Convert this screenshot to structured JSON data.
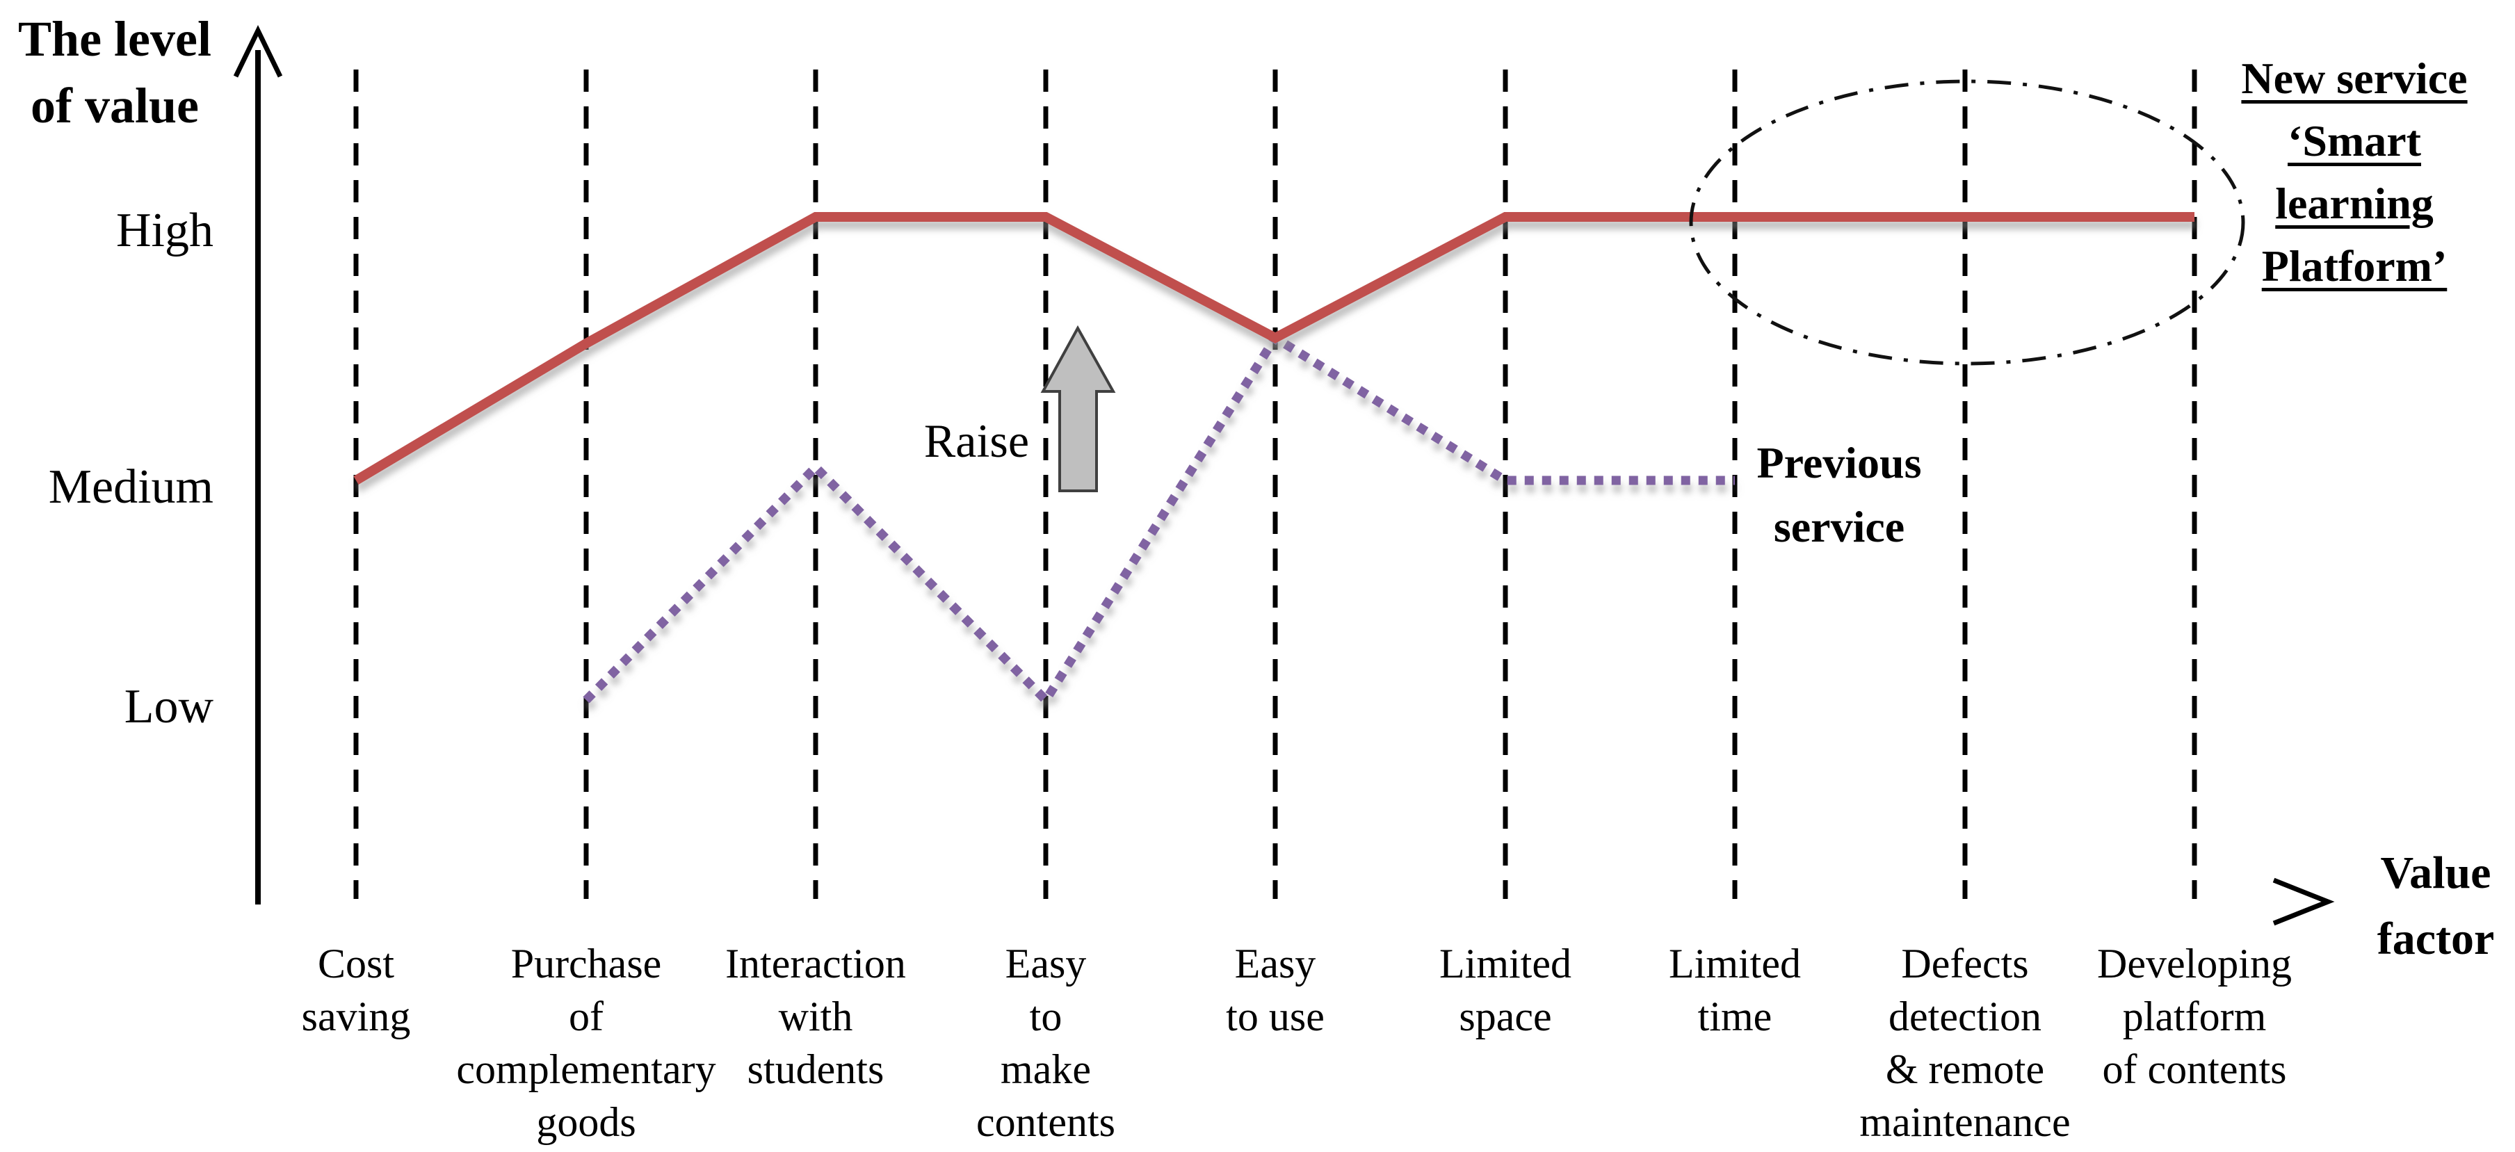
{
  "axis_titles": {
    "y": "The level\nof value",
    "x": "Value\nfactor"
  },
  "annotations": {
    "raise": "Raise",
    "previous_service": "Previous\nservice",
    "new_service": "New service\n‘Smart\nlearning\nPlatform’"
  },
  "colors": {
    "new_service_line": "#C0504D",
    "previous_service_line": "#8064A2",
    "raise_arrow_fill": "#BFBFBF",
    "raise_arrow_stroke": "#404040",
    "ink": "#000000"
  },
  "chart_data": {
    "type": "line",
    "title": "",
    "xlabel": "Value factor",
    "ylabel": "The level of value",
    "y_tick_labels": [
      "High",
      "Medium",
      "Low"
    ],
    "value_scale": {
      "Low": 1,
      "Medium": 2,
      "High": 3
    },
    "ylim": [
      0.5,
      3.5
    ],
    "grid": "dashed-vertical-guides-per-category",
    "legend_position": "annotations-on-chart",
    "categories": [
      "Cost saving",
      "Purchase of complementary goods",
      "Interaction with students",
      "Easy to make contents",
      "Easy to use",
      "Limited space",
      "Limited time",
      "Defects detection & remote maintenance",
      "Developing platform of contents"
    ],
    "categories_display": [
      "Cost\nsaving",
      "Purchase\nof\ncomplementary\ngoods",
      "Interaction\nwith\nstudents",
      "Easy\nto\nmake\ncontents",
      "Easy\nto use",
      "Limited\nspace",
      "Limited\ntime",
      "Defects\ndetection\n& remote\nmaintenance",
      "Developing\nplatform\nof contents"
    ],
    "series": [
      {
        "name": "New service ‘Smart learning Platform’",
        "style": "solid",
        "color": "#C0504D",
        "values": [
          2,
          2.52,
          3,
          3,
          2.54,
          3,
          3,
          3,
          3
        ]
      },
      {
        "name": "Previous service",
        "style": "dotted",
        "color": "#8064A2",
        "values": [
          null,
          1,
          2.05,
          1,
          2.54,
          2,
          2,
          null,
          null
        ]
      }
    ],
    "annotations": [
      {
        "text": "Raise",
        "type": "block-arrow-up",
        "between_categories": [
          4,
          5
        ]
      },
      {
        "text": "New service ‘Smart learning Platform’",
        "type": "dash-dot-ellipse",
        "around_categories": [
          7,
          9
        ],
        "level": "High"
      },
      {
        "text": "Previous service",
        "type": "label",
        "near_category": 7,
        "level": "Medium"
      }
    ]
  }
}
